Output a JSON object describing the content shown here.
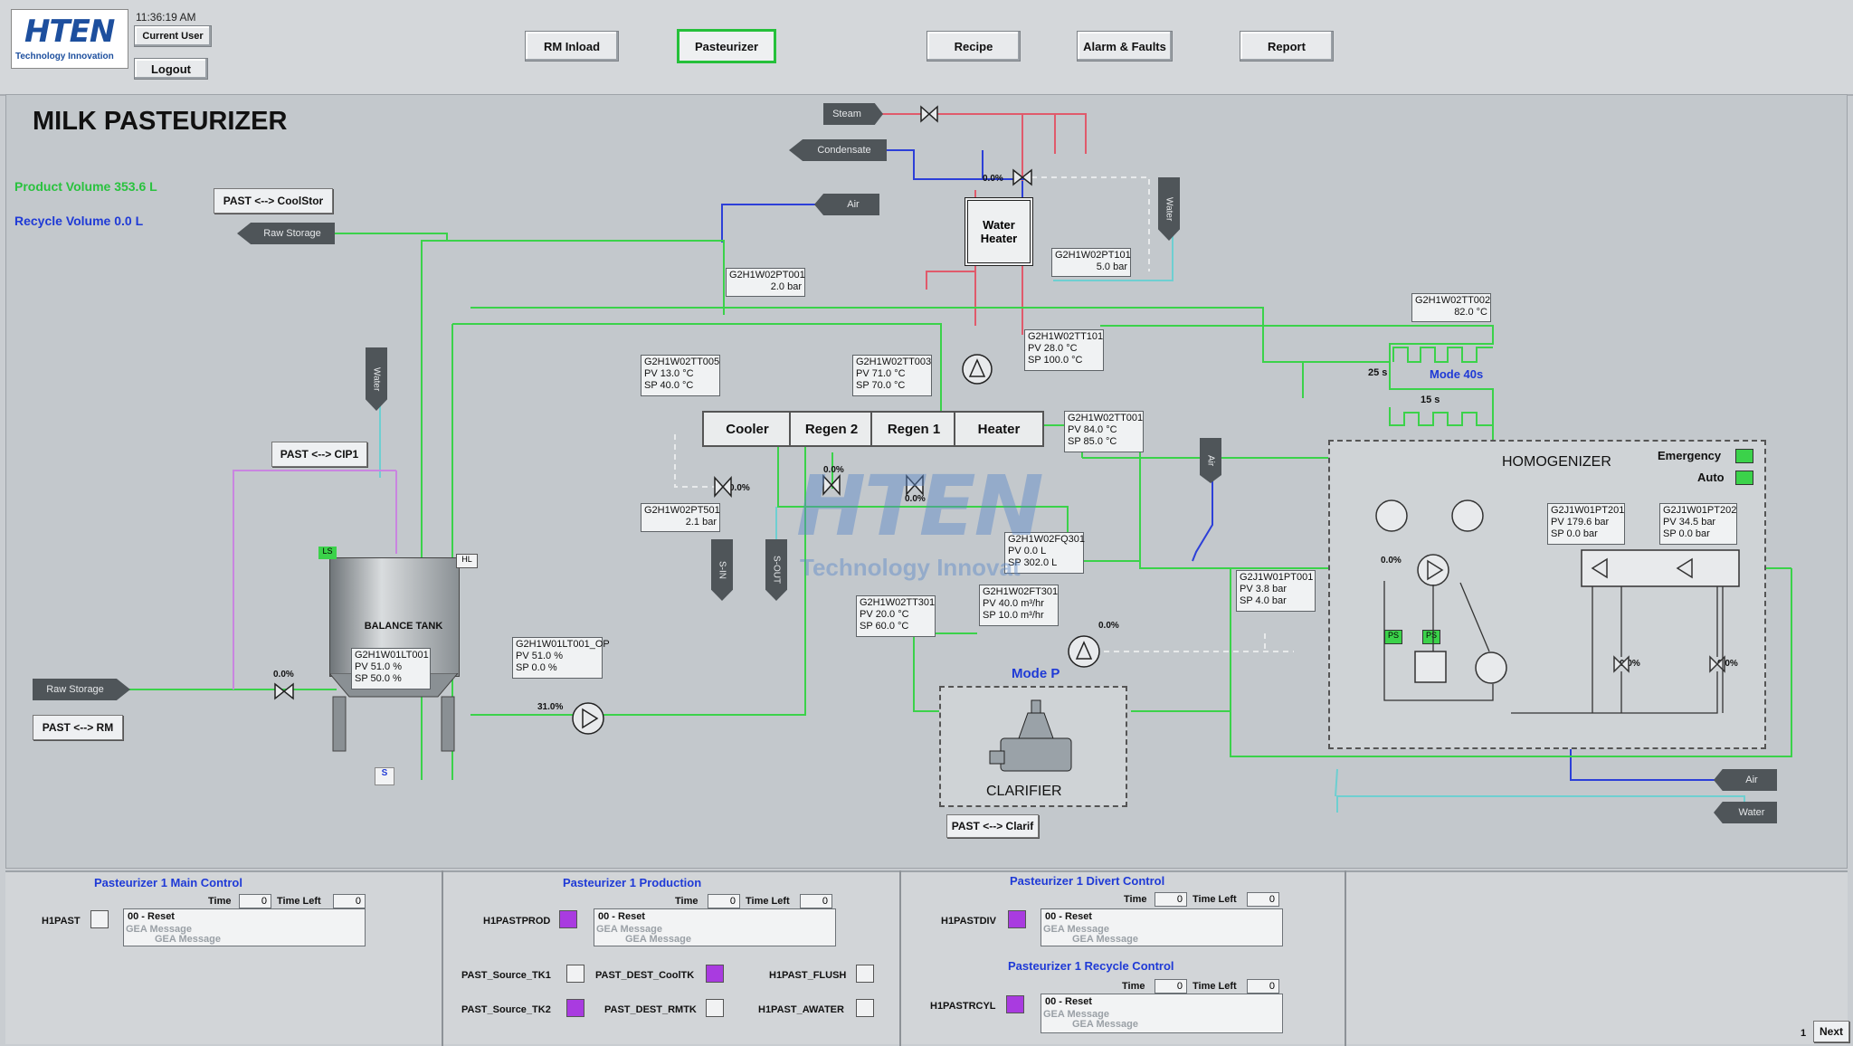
{
  "colors": {
    "active_green": "#25c03a",
    "product_green": "#29c23e",
    "recycle_blue": "#1f3ad6",
    "steam_red": "#e05a6b",
    "checkbox_on": "#a93be0",
    "status_green": "#3bd24a"
  },
  "header": {
    "logo_text": "HTEN",
    "logo_sub": "Technology Innovation",
    "clock": "11:36:19 AM",
    "current_user_label": "Current User",
    "logout_label": "Logout",
    "nav": {
      "rm_inload": "RM Inload",
      "pasteurizer": "Pasteurizer",
      "recipe": "Recipe",
      "alarm": "Alarm & Faults",
      "report": "Report"
    }
  },
  "main": {
    "title": "MILK PASTEURIZER",
    "product_volume": "Product Volume 353.6 L",
    "recycle_volume": "Recycle Volume 0.0 L",
    "buttons": {
      "coolstor": "PAST <--> CoolStor",
      "cip": "PAST <--> CIP1",
      "rm": "PAST <--> RM",
      "clarif": "PAST <--> Clarif"
    },
    "tags": {
      "raw_storage_top": "Raw Storage",
      "raw_storage_left": "Raw Storage",
      "steam": "Steam",
      "condensate": "Condensate",
      "air_top": "Air",
      "water_right": "Water",
      "water_left": "Water",
      "air_mid": "Air",
      "air_bottom": "Air",
      "water_bottom": "Water",
      "s_in": "S-IN",
      "s_out": "S-OUT"
    },
    "water_heater": "Water Heater",
    "heat_exchanger": {
      "cooler": "Cooler",
      "regen2": "Regen 2",
      "regen1": "Regen 1",
      "heater": "Heater"
    },
    "balance_tank": {
      "label": "BALANCE TANK",
      "tag": "G2H1W01LT001",
      "pv": "PV      51.0 %",
      "sp": "SP      50.0 %",
      "ls": "LS",
      "hl": "HL",
      "s": "S"
    },
    "instruments": {
      "pt001": {
        "tag": "G2H1W02PT001",
        "line": "2.0 bar"
      },
      "pt101": {
        "tag": "G2H1W02PT101",
        "line": "5.0 bar"
      },
      "tt002": {
        "tag": "G2H1W02TT002",
        "line": "82.0 °C"
      },
      "tt101": {
        "tag": "G2H1W02TT101",
        "pv": "PV      28.0 °C",
        "sp": "SP    100.0 °C"
      },
      "tt005": {
        "tag": "G2H1W02TT005",
        "pv": "PV      13.0 °C",
        "sp": "SP      40.0 °C"
      },
      "tt003": {
        "tag": "G2H1W02TT003",
        "pv": "PV      71.0 °C",
        "sp": "SP      70.0 °C"
      },
      "tt001": {
        "tag": "G2H1W02TT001",
        "pv": "PV      84.0 °C",
        "sp": "SP      85.0 °C"
      },
      "pt501": {
        "tag": "G2H1W02PT501",
        "line": "2.1 bar"
      },
      "fq301": {
        "tag": "G2H1W02FQ301",
        "pv": "PV        0.0 L",
        "sp": "SP    302.0 L"
      },
      "ft301": {
        "tag": "G2H1W02FT301",
        "pv": "PV    40.0 m³/hr",
        "sp": "SP    10.0 m³/hr"
      },
      "tt301": {
        "tag": "G2H1W02TT301",
        "pv": "PV      20.0 °C",
        "sp": "SP      60.0 °C"
      },
      "lt001op": {
        "tag": "G2H1W01LT001_OP",
        "pv": "PV        51.0 %",
        "sp": "SP          0.0 %"
      },
      "pt001b": {
        "tag": "G2J1W01PT001",
        "pv": "PV      3.8 bar",
        "sp": "SP      4.0 bar"
      },
      "pt201": {
        "tag": "G2J1W01PT201",
        "pv": "PV    179.6 bar",
        "sp": "SP        0.0 bar"
      },
      "pt202": {
        "tag": "G2J1W01PT202",
        "pv": "PV      34.5 bar",
        "sp": "SP        0.0 bar"
      }
    },
    "percents": {
      "v_steam": "0.0%",
      "v_hx_left": "0.0%",
      "v_hx_mid": "0.0%",
      "v_hx_right": "0.0%",
      "v_tank": "0.0%",
      "pump_tank": "31.0%",
      "pump_clar": "0.0%",
      "homog_pump": "0.0%",
      "homog_v1": "0.0%",
      "homog_v2": "0.0%"
    },
    "holding": {
      "s25": "25 s",
      "s15": "15 s",
      "mode40": "Mode 40s"
    },
    "homogenizer": {
      "label": "HOMOGENIZER",
      "emergency": "Emergency",
      "auto": "Auto",
      "ps1": "PS",
      "ps2": "PS"
    },
    "clarifier": {
      "mode": "Mode P",
      "label": "CLARIFIER"
    },
    "watermark": {
      "big": "HTEN",
      "small": "Technology Innovat"
    }
  },
  "bottom": {
    "time_label": "Time",
    "time_left_label": "Time Left",
    "panels": [
      {
        "title": "Pasteurizer 1 Main Control",
        "tag": "H1PAST",
        "time": "0",
        "time_left": "0",
        "status": "00 - Reset",
        "gea1": "GEA Message",
        "gea2": "GEA Message"
      },
      {
        "title": "Pasteurizer 1 Production",
        "tag": "H1PASTPROD",
        "time": "0",
        "time_left": "0",
        "status": "00 - Reset",
        "gea1": "GEA Message",
        "gea2": "GEA Message"
      },
      {
        "title": "Pasteurizer 1 Divert Control",
        "tag": "H1PASTDIV",
        "time": "0",
        "time_left": "0",
        "status": "00 - Reset",
        "gea1": "GEA Message",
        "gea2": "GEA Message"
      },
      {
        "title": "Pasteurizer 1 Recycle Control",
        "tag": "H1PASTRCYL",
        "time": "0",
        "time_left": "0",
        "status": "00 - Reset",
        "gea1": "GEA Message",
        "gea2": "GEA Message"
      }
    ],
    "checks": {
      "src_tk1": "PAST_Source_TK1",
      "src_tk2": "PAST_Source_TK2",
      "dest_cooltk": "PAST_DEST_CoolTK",
      "dest_rmtk": "PAST_DEST_RMTK",
      "flush": "H1PAST_FLUSH",
      "awater": "H1PAST_AWATER"
    },
    "page_num": "1",
    "next_label": "Next"
  }
}
